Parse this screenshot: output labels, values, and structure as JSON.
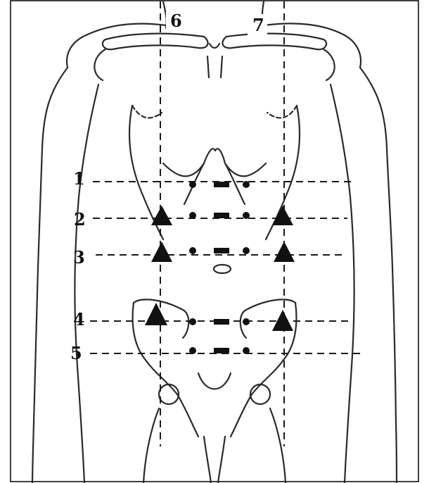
{
  "diagram": {
    "horizontal_lines": [
      {
        "label": "1"
      },
      {
        "label": "2"
      },
      {
        "label": "3"
      },
      {
        "label": "4"
      },
      {
        "label": "5"
      }
    ],
    "vertical_lines": [
      {
        "label": "6"
      },
      {
        "label": "7"
      }
    ],
    "markers": {
      "triangle": "triangle-marker",
      "dot": "dot-marker",
      "dash": "dash-marker"
    },
    "colors": {
      "line": "#1a1a1a",
      "outline": "#2a2a2a",
      "frame": "#000000"
    }
  }
}
